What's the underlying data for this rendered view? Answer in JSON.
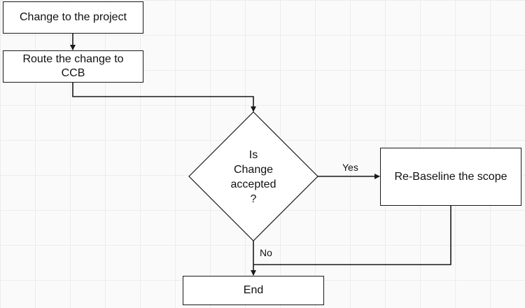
{
  "flowchart": {
    "nodes": {
      "change": "Change to the project",
      "route": "Route the change to CCB",
      "decision_lines": [
        "Is",
        "Change",
        "accepted",
        "?"
      ],
      "rebaseline": "Re-Baseline the scope",
      "end": "End"
    },
    "edges": {
      "yes_label": "Yes",
      "no_label": "No"
    },
    "colors": {
      "stroke": "#1a1a1a",
      "node_fill": "#ffffff",
      "background": "#fafafa",
      "grid": "#ececec"
    }
  }
}
